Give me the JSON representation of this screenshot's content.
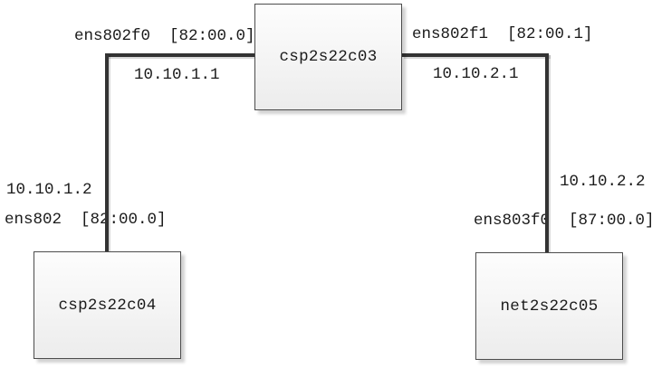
{
  "diagram_type": "network-topology",
  "colors": {
    "background": "#ffffff",
    "line": "#333333",
    "node_border": "#4c4c4c",
    "node_fill_top": "#fdfdfd",
    "node_fill_bottom": "#ececec",
    "text": "#1a1a1a"
  },
  "nodes": {
    "top": {
      "label": "csp2s22c03"
    },
    "bottom_left": {
      "label": "csp2s22c04"
    },
    "bottom_right": {
      "label": "net2s22c05"
    }
  },
  "links": {
    "left": {
      "from_node": "csp2s22c03",
      "to_node": "csp2s22c04",
      "top_interface": "ens802f0  [82:00.0]",
      "top_ip": "10.10.1.1",
      "bottom_ip": "10.10.1.2",
      "bottom_interface": "ens802  [82:00.0]"
    },
    "right": {
      "from_node": "csp2s22c03",
      "to_node": "net2s22c05",
      "top_interface": "ens802f1  [82:00.1]",
      "top_ip": "10.10.2.1",
      "bottom_ip": "10.10.2.2",
      "bottom_interface": "ens803f0  [87:00.0]"
    }
  }
}
